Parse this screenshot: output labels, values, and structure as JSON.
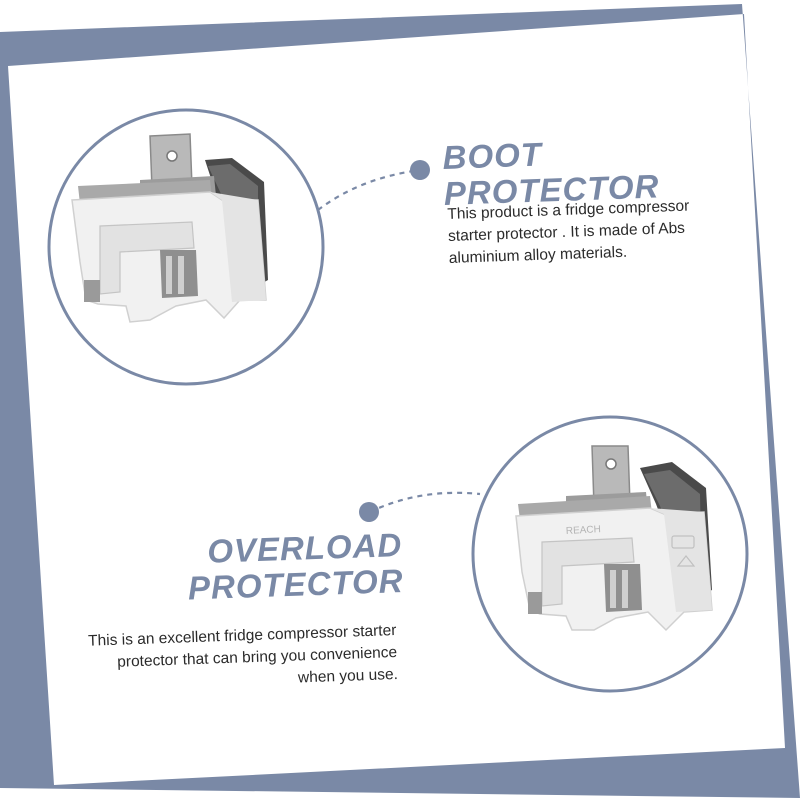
{
  "colors": {
    "frame": "#7a89a6",
    "heading": "#7a89a6",
    "body_text": "#2b2b2b",
    "background": "#ffffff"
  },
  "sections": [
    {
      "heading_lines": [
        "BOOT",
        "PROTECTOR"
      ],
      "description_lines": [
        "This product is a fridge compressor",
        "starter protector . It is made of Abs",
        "aluminium alloy materials."
      ]
    },
    {
      "heading_lines": [
        "OVERLOAD",
        "PROTECTOR"
      ],
      "description_lines": [
        "This is an excellent fridge compressor starter",
        "protector that can bring you convenience",
        "when you use."
      ]
    }
  ],
  "product_labels": {
    "housing_marking": "REACH"
  }
}
